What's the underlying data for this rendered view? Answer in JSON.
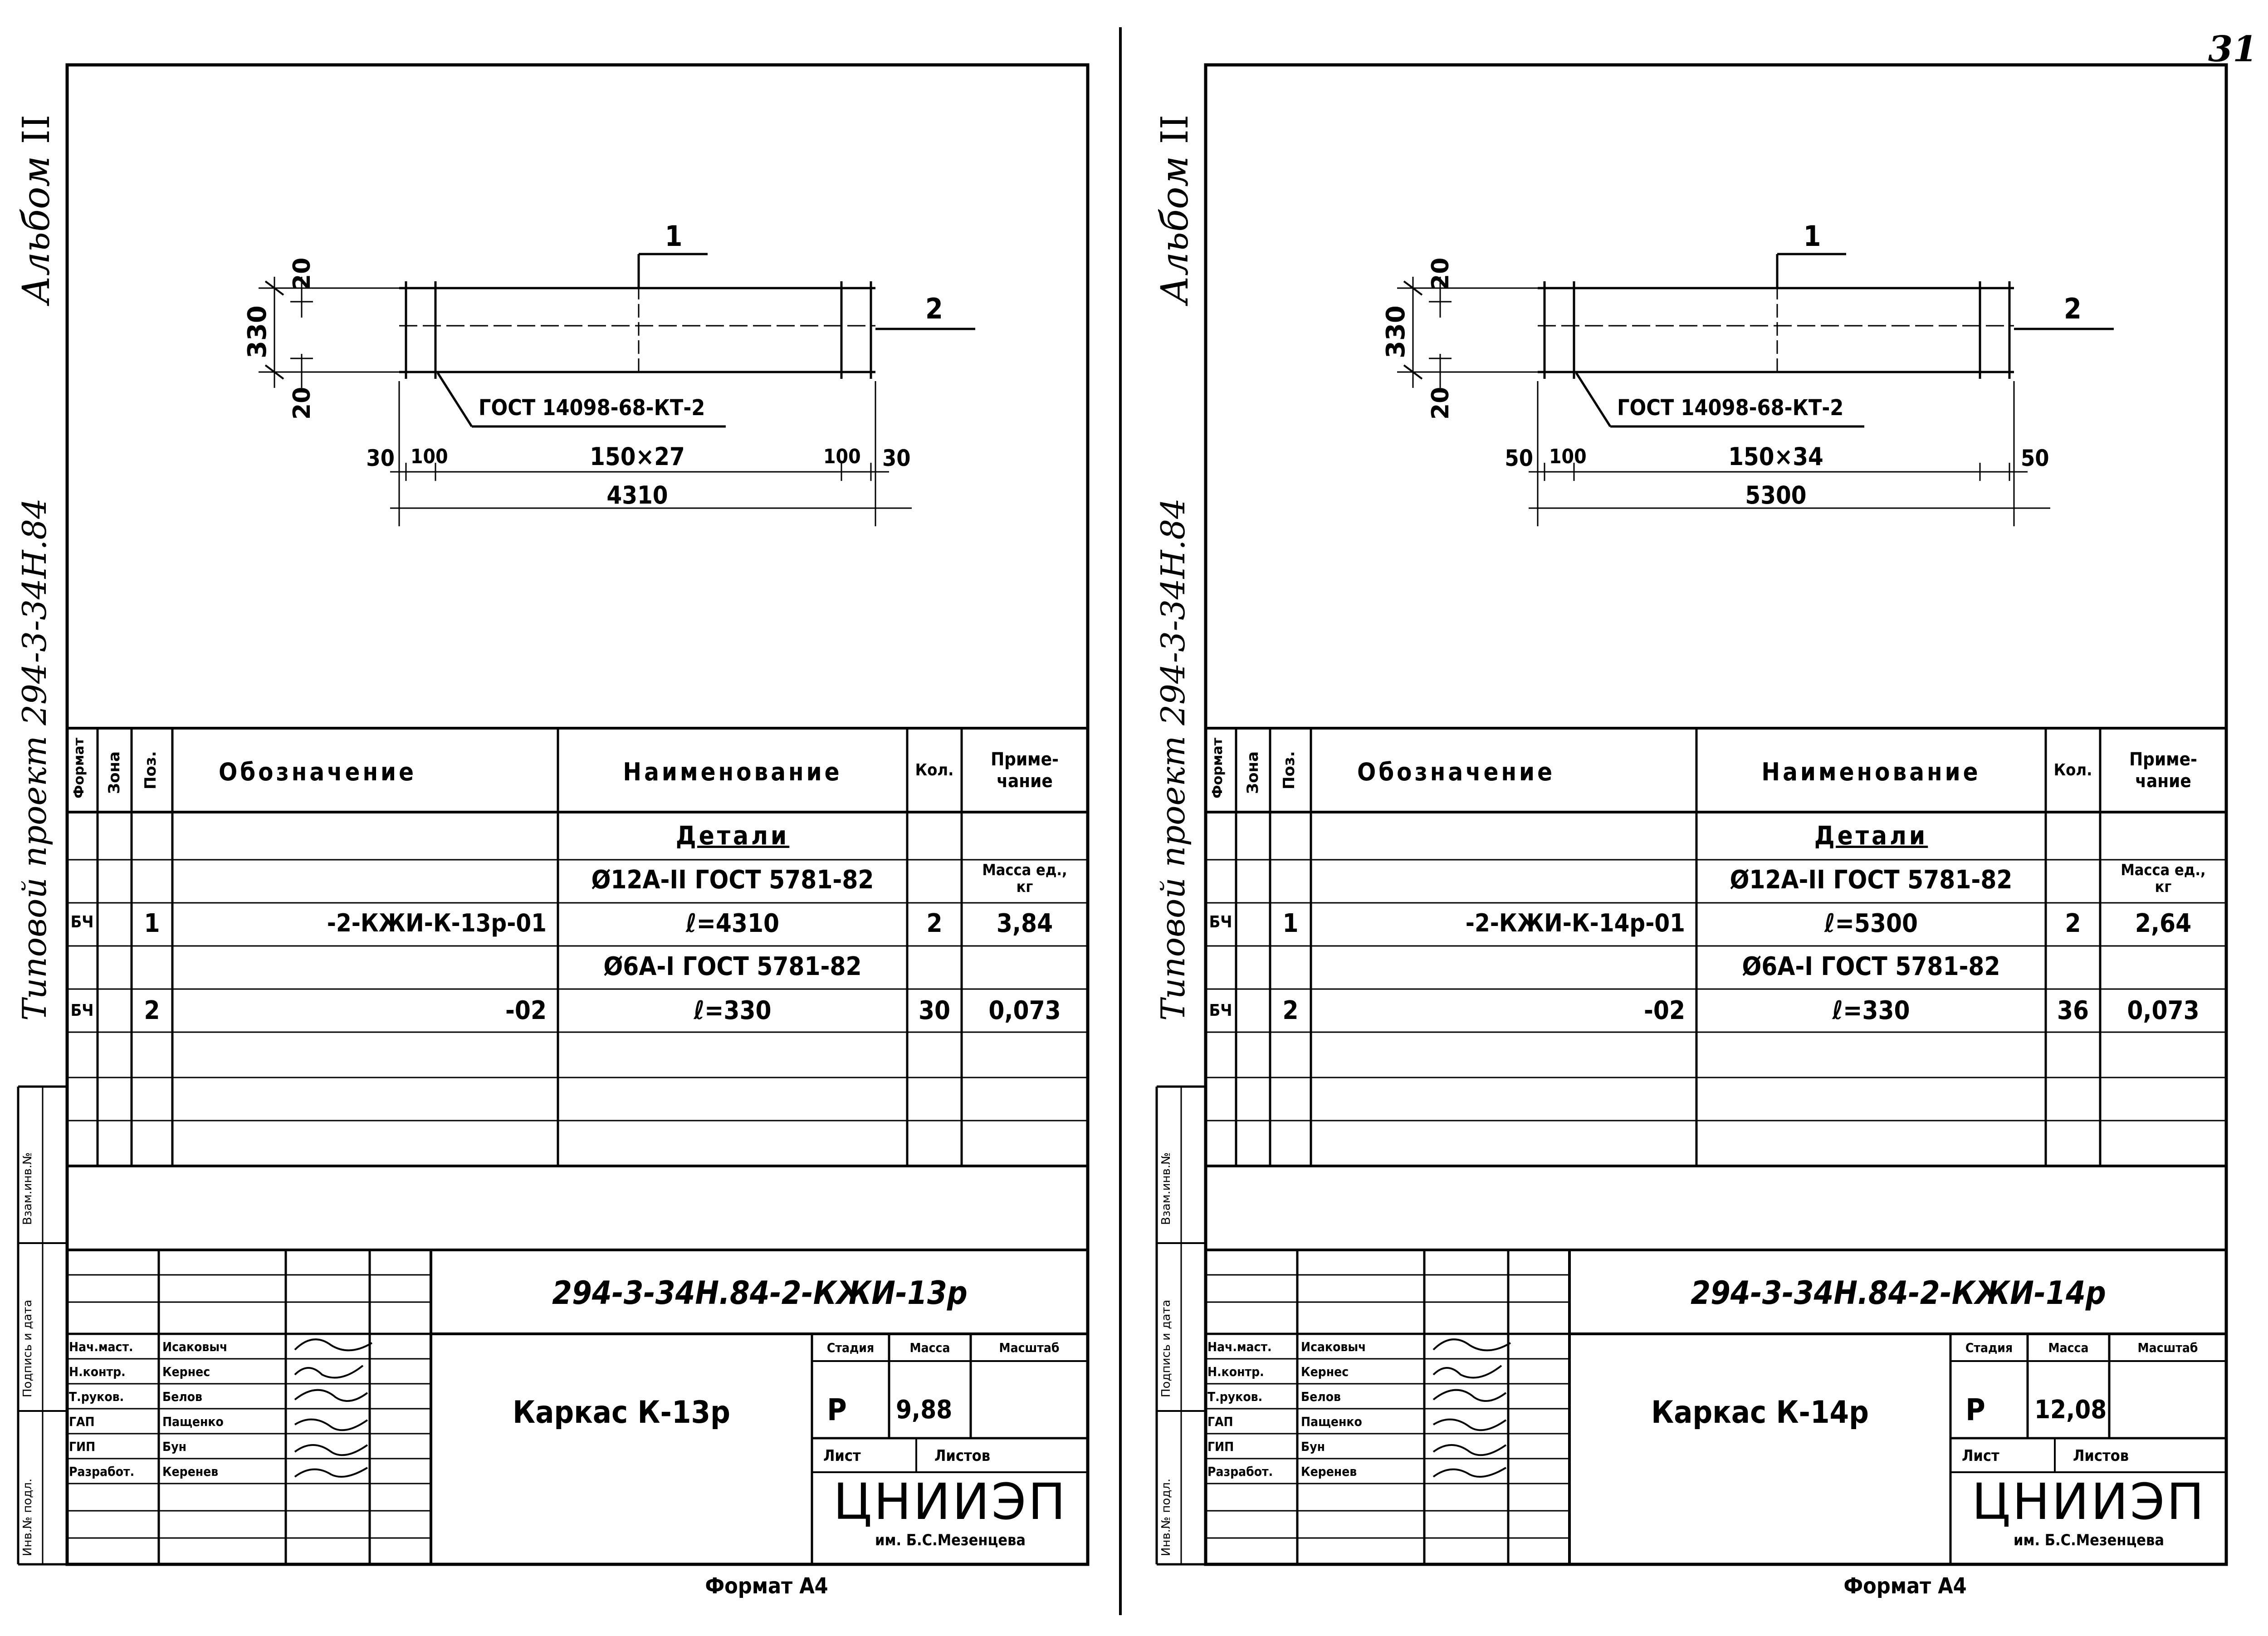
{
  "page_number": "31",
  "sheets": [
    {
      "album": "Альбом",
      "album_num": "II",
      "project_label": "Типовой проект",
      "project_code": "294-3-34Н.84",
      "drawing": {
        "pos1": "1",
        "pos2": "2",
        "dim_330": "330",
        "dim_20_top": "20",
        "dim_20_bot": "20",
        "gost_ref": "ГОСТ 14098-68-КТ-2",
        "dim_left": "30",
        "dim_100_l": "100",
        "dim_pitch": "150×27",
        "dim_100_r": "100",
        "dim_right": "30",
        "dim_total": "4310"
      },
      "spec": {
        "headers": {
          "format": "Формат",
          "zone": "Зона",
          "pos": "Поз.",
          "designation": "Обозначение",
          "name": "Наименование",
          "qty": "Кол.",
          "note": "Приме-чание"
        },
        "section": "Детали",
        "rows": [
          {
            "format": "",
            "pos": "",
            "designation": "",
            "name": "Ø12А-II ГОСТ 5781-82",
            "qty": "",
            "note": "Масса ед., кг"
          },
          {
            "format": "БЧ",
            "pos": "1",
            "designation": "-2-КЖИ-К-13р-01",
            "name": "ℓ=4310",
            "qty": "2",
            "note": "3,84"
          },
          {
            "format": "",
            "pos": "",
            "designation": "",
            "name": "Ø6А-I ГОСТ 5781-82",
            "qty": "",
            "note": ""
          },
          {
            "format": "БЧ",
            "pos": "2",
            "designation": "-02",
            "name": "ℓ=330",
            "qty": "30",
            "note": "0,073"
          }
        ]
      },
      "stamp": {
        "doc_code": "294-3-34Н.84-2-КЖИ-13р",
        "title": "Каркас К-13р",
        "roles": [
          "Нач.маст.",
          "Н.контр.",
          "Т.руков.",
          "ГАП",
          "ГИП",
          "Разработ."
        ],
        "names": [
          "Исаковыч",
          "Кернес",
          "Белов",
          "Пащенко",
          "Бун",
          "Керенев"
        ],
        "stage_label": "Стадия",
        "mass_label": "Масса",
        "scale_label": "Масштаб",
        "stage": "Р",
        "mass": "9,88",
        "scale": "",
        "sheet_label": "Лист",
        "sheets_label": "Листов",
        "org": "ЦНИИЭП",
        "org_sub": "им. Б.С.Мезенцева",
        "side_labels": [
          "Взам.инв.№",
          "Подпись и дата",
          "Инв.№ подл."
        ]
      },
      "format": "Формат А4"
    },
    {
      "album": "Альбом",
      "album_num": "II",
      "project_label": "Типовой проект",
      "project_code": "294-3-34Н.84",
      "drawing": {
        "pos1": "1",
        "pos2": "2",
        "dim_330": "330",
        "dim_20_top": "20",
        "dim_20_bot": "20",
        "gost_ref": "ГОСТ 14098-68-КТ-2",
        "dim_left": "50",
        "dim_100_l": "100",
        "dim_pitch": "150×34",
        "dim_100_r": "",
        "dim_right": "50",
        "dim_total": "5300"
      },
      "spec": {
        "headers": {
          "format": "Формат",
          "zone": "Зона",
          "pos": "Поз.",
          "designation": "Обозначение",
          "name": "Наименование",
          "qty": "Кол.",
          "note": "Приме-чание"
        },
        "section": "Детали",
        "rows": [
          {
            "format": "",
            "pos": "",
            "designation": "",
            "name": "Ø12А-II ГОСТ 5781-82",
            "qty": "",
            "note": "Масса ед., кг"
          },
          {
            "format": "БЧ",
            "pos": "1",
            "designation": "-2-КЖИ-К-14р-01",
            "name": "ℓ=5300",
            "qty": "2",
            "note": "2,64"
          },
          {
            "format": "",
            "pos": "",
            "designation": "",
            "name": "Ø6А-I ГОСТ 5781-82",
            "qty": "",
            "note": ""
          },
          {
            "format": "БЧ",
            "pos": "2",
            "designation": "-02",
            "name": "ℓ=330",
            "qty": "36",
            "note": "0,073"
          }
        ]
      },
      "stamp": {
        "doc_code": "294-3-34Н.84-2-КЖИ-14р",
        "title": "Каркас К-14р",
        "roles": [
          "Нач.маст.",
          "Н.контр.",
          "Т.руков.",
          "ГАП",
          "ГИП",
          "Разработ."
        ],
        "names": [
          "Исаковыч",
          "Кернес",
          "Белов",
          "Пащенко",
          "Бун",
          "Керенев"
        ],
        "stage_label": "Стадия",
        "mass_label": "Масса",
        "scale_label": "Масштаб",
        "stage": "Р",
        "mass": "12,08",
        "scale": "",
        "sheet_label": "Лист",
        "sheets_label": "Листов",
        "org": "ЦНИИЭП",
        "org_sub": "им. Б.С.Мезенцева",
        "side_labels": [
          "Взам.инв.№",
          "Подпись и дата",
          "Инв.№ подл."
        ]
      },
      "format": "Формат А4"
    }
  ]
}
